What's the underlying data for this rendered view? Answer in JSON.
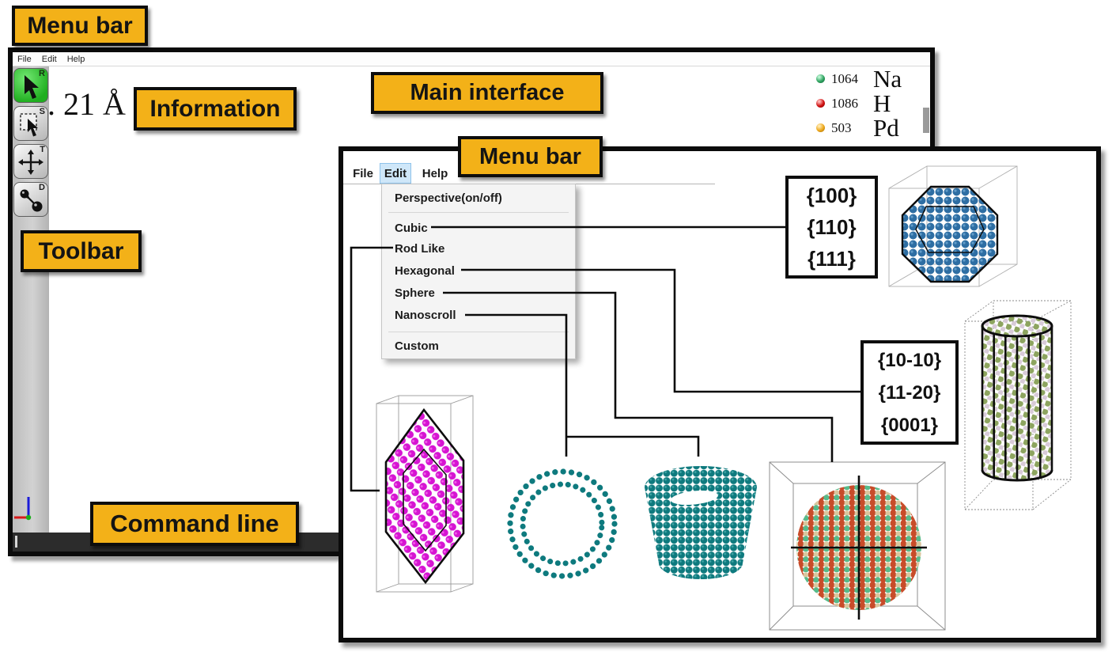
{
  "annotations": {
    "outer_menu_bar_label": "Menu bar",
    "information_label": "Information",
    "main_interface_label": "Main interface",
    "inner_menu_bar_label": "Menu bar",
    "toolbar_label": "Toolbar",
    "command_line_label": "Command line",
    "label_bg_color": "#F3B118"
  },
  "outer_window": {
    "menu": [
      "File",
      "Edit",
      "Help"
    ],
    "info_text": ". 21 Å",
    "toolbar_buttons": [
      {
        "key": "R",
        "name": "rotate"
      },
      {
        "key": "S",
        "name": "select"
      },
      {
        "key": "T",
        "name": "translate"
      },
      {
        "key": "D",
        "name": "distance"
      }
    ],
    "atom_legend": [
      {
        "count": "1064",
        "symbol": "Na",
        "color": "#2fa360"
      },
      {
        "count": "1086",
        "symbol": "H",
        "color": "#cf1010"
      },
      {
        "count": "503",
        "symbol": "Pd",
        "color": "#eda71b"
      }
    ]
  },
  "inner_window": {
    "menu": [
      "File",
      "Edit",
      "Help"
    ],
    "active_menu": "Edit",
    "edit_dropdown": [
      "Perspective(on/off)",
      "Cubic",
      "Rod Like",
      "Hexagonal",
      "Sphere",
      "Nanoscroll",
      "Custom"
    ],
    "cubic_facets": [
      "{100}",
      "{110}",
      "{111}"
    ],
    "hexagonal_facets": [
      "{10-10}",
      "{11-20}",
      "{0001}"
    ]
  }
}
